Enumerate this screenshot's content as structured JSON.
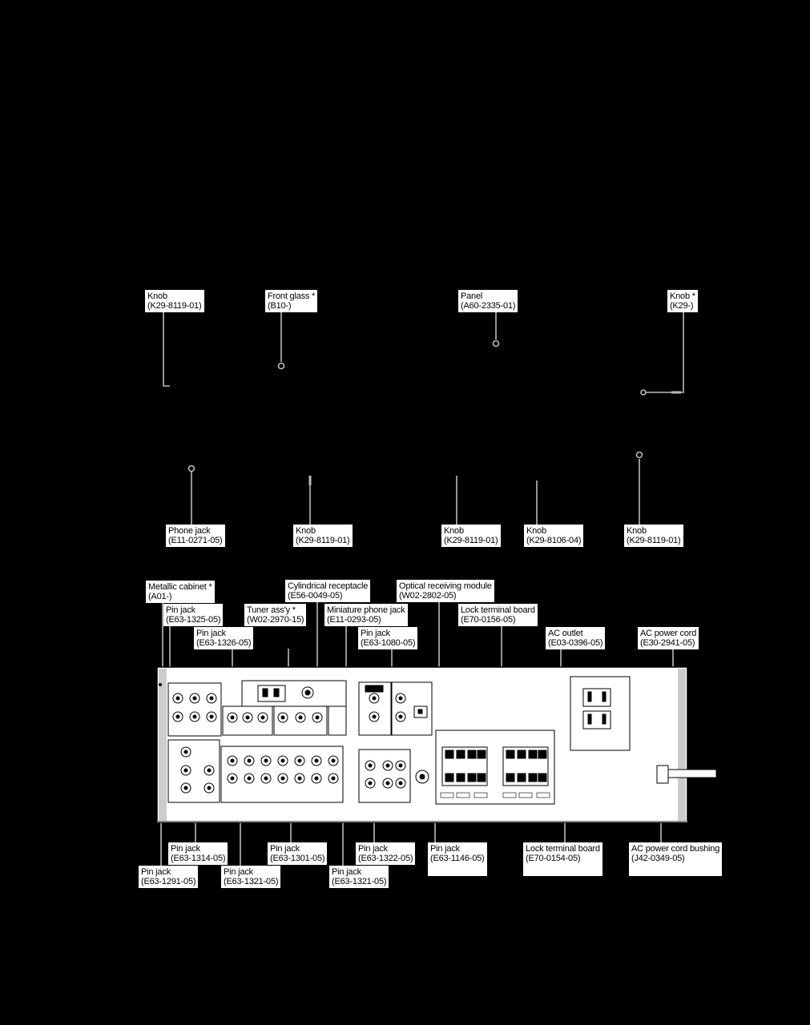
{
  "labels": {
    "knob_k29_8119_01_top": {
      "name": "Knob",
      "code": "(K29-8119-01)"
    },
    "front_glass": {
      "name": "Front glass *",
      "code": "(B10-)"
    },
    "panel": {
      "name": "Panel",
      "code": "(A60-2335-01)"
    },
    "knob_k29_top_right": {
      "name": "Knob *",
      "code": "(K29-)"
    },
    "phone_jack": {
      "name": "Phone jack",
      "code": "(E11-0271-05)"
    },
    "knob_mid_1": {
      "name": "Knob",
      "code": "(K29-8119-01)"
    },
    "knob_mid_2": {
      "name": "Knob",
      "code": "(K29-8119-01)"
    },
    "knob_mid_3": {
      "name": "Knob",
      "code": "(K29-8106-04)"
    },
    "knob_mid_4": {
      "name": "Knob",
      "code": "(K29-8119-01)"
    },
    "metallic_cabinet": {
      "name": "Metallic cabinet *",
      "code": "(A01-)"
    },
    "pin_jack_1325": {
      "name": "Pin jack",
      "code": "(E63-1325-05)"
    },
    "pin_jack_1326": {
      "name": "Pin jack",
      "code": "(E63-1326-05)"
    },
    "tuner_assy": {
      "name": "Tuner ass'y *",
      "code": "(W02-2970-15)"
    },
    "cylindrical_receptacle": {
      "name": "Cylindrical receptacle",
      "code": "(E56-0049-05)"
    },
    "miniature_phone_jack": {
      "name": "Miniature phone jack",
      "code": "(E11-0293-05)"
    },
    "pin_jack_1080": {
      "name": "Pin jack",
      "code": "(E63-1080-05)"
    },
    "optical_module": {
      "name": "Optical receiving module",
      "code": "(W02-2802-05)"
    },
    "lock_terminal_0156": {
      "name": "Lock terminal board",
      "code": "(E70-0156-05)"
    },
    "ac_outlet": {
      "name": "AC outlet",
      "code": "(E03-0396-05)"
    },
    "ac_power_cord": {
      "name": "AC power cord",
      "code": "(E30-2941-05)"
    },
    "pin_jack_1314": {
      "name": "Pin jack",
      "code": "(E63-1314-05)"
    },
    "pin_jack_1291": {
      "name": "Pin jack",
      "code": "(E63-1291-05)"
    },
    "pin_jack_1321_a": {
      "name": "Pin jack",
      "code": "(E63-1321-05)"
    },
    "pin_jack_1301": {
      "name": "Pin jack",
      "code": "(E63-1301-05)"
    },
    "pin_jack_1321_b": {
      "name": "Pin jack",
      "code": "(E63-1321-05)"
    },
    "pin_jack_1322": {
      "name": "Pin jack",
      "code": "(E63-1322-05)"
    },
    "pin_jack_1146": {
      "name": "Pin jack",
      "code": "(E63-1146-05)"
    },
    "lock_terminal_0154": {
      "name": "Lock terminal board",
      "code": "(E70-0154-05)"
    },
    "ac_cord_bushing": {
      "name": "AC power cord bushing",
      "code": "(J42-0349-05)"
    }
  },
  "colors": {
    "background": "#000000",
    "label_bg": "#ffffff",
    "line": "#bbbbbb"
  }
}
